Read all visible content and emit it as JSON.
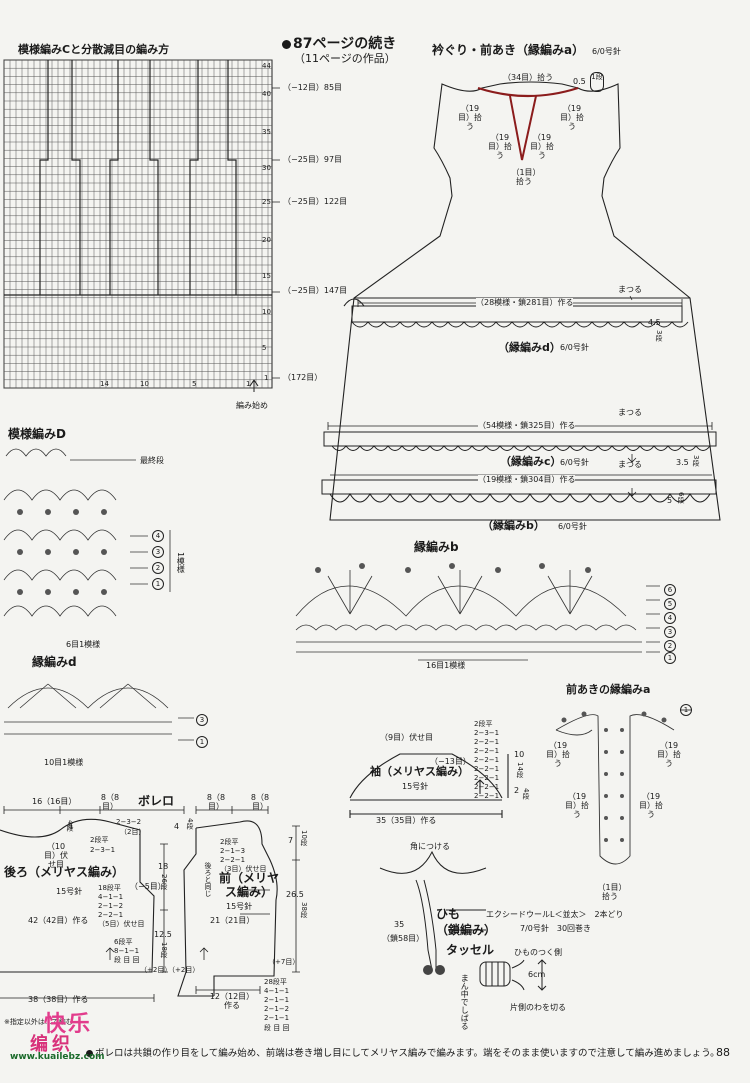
{
  "page_number": "88",
  "header": {
    "continued": "87ページの続き",
    "work_ref": "（11ページの作品）"
  },
  "chart_c": {
    "title": "模様編みCと分散減目の編み方",
    "row_numbers": [
      "44",
      "40",
      "35",
      "30",
      "25",
      "20",
      "15",
      "10",
      "5",
      "1"
    ],
    "col_numbers": [
      "14",
      "10",
      "5",
      "1"
    ],
    "counts": [
      "（−12目）85目",
      "（−25目）97目",
      "（−25目）122目",
      "（−25目）147目",
      "（172目）"
    ],
    "start": "編み始め"
  },
  "chart_d": {
    "title": "模様編みD",
    "last_row": "最終段",
    "rows": [
      "4",
      "3",
      "2",
      "1"
    ],
    "repeat_rows": "1模様",
    "repeat_st": "6目1模様"
  },
  "edge_d": {
    "title": "縁編みd",
    "rows": [
      "3",
      "1"
    ],
    "repeat": "10目1模様"
  },
  "dress": {
    "neck_title": "衿ぐり・前あき（縁編みa）",
    "neck_needle": "6/0号針",
    "pick_34": "（34目）拾う",
    "pick_19a": "（19目）拾う",
    "pick_19b": "（19目）拾う",
    "pick_19c": "（19目）拾う",
    "pick_19d": "（19目）拾う",
    "pick_1": "（1目）拾う",
    "neck_rows": "0.5",
    "neck_row_n": "1段",
    "top_band": "（28模様・鎖281目）作る",
    "mark1": "まつる",
    "band1_cm": "4.5",
    "band1_rows": "3段",
    "edge_d_label": "（縁編みd）",
    "edge_d_needle": "6/0号針",
    "mid_band": "（54模様・鎖325目）作る",
    "mark2": "まつる",
    "edge_c_label": "（縁編みc）",
    "edge_c_needle": "6/0号針",
    "mark3": "まつる",
    "band2_cm": "3.5",
    "band2_rows": "3段",
    "low_band": "（19模様・鎖304目）作る",
    "band3_cm": "5",
    "band3_rows": "6段",
    "edge_b_label": "（縁編みb）",
    "edge_b_needle": "6/0号針"
  },
  "edge_b": {
    "title": "縁編みb",
    "rows": [
      "6",
      "5",
      "4",
      "3",
      "2",
      "1"
    ],
    "repeat": "16目1模様"
  },
  "front_edge_a": {
    "title": "前あきの縁編みa",
    "pick_l": "（19目）拾う",
    "pick_r": "（19目）拾う",
    "pick_ml": "（19目）拾う",
    "pick_mr": "（19目）拾う",
    "pick_b": "（1目）拾う",
    "row": "1"
  },
  "sleeve": {
    "top": "（9目）伏せ目",
    "dec": "（−13目）",
    "label": "袖（メリヤス編み）",
    "needle": "15号針",
    "width": "35（35目）作る",
    "shape": [
      "2段平",
      "2−3−1",
      "2−2−1",
      "2−2−1",
      "2−2−1",
      "2−2−1",
      "2−2−1",
      "2−2−1",
      "2−2−1"
    ],
    "height_cm": "10",
    "height_rows": "14段",
    "edge_cm": "2",
    "edge_rows": "4段"
  },
  "bolero": {
    "title": "ボレロ",
    "back_top": "16（16目）",
    "back_sh_l": "8（8目）",
    "back_sh_r": "8（8目）",
    "front_sh_l": "8（8目）",
    "front_sh_r": "8（8目）",
    "back_neck": "（10目）伏せ目",
    "back_shape": [
      "2−3−2",
      "（2目）",
      "2段平",
      "2−3−1"
    ],
    "back_label": "後ろ（メリヤス編み）",
    "back_needle": "15号針",
    "back_width": "42（42目）作る",
    "back_cm": "4",
    "back_rows": "4段",
    "back_arm": [
      "18段平",
      "4−1−1",
      "2−1−2",
      "2−2−1",
      "（5目）伏せ目"
    ],
    "back_m5": "（−5目）",
    "back_h1": "18",
    "back_h1r": "26段",
    "back_h2": "12.5",
    "back_h2r": "18段",
    "back_side": [
      "6段平",
      "8−1−1",
      "段 目 回"
    ],
    "plus2a": "（+2目）",
    "plus2b": "（+2目）",
    "front_label": "前（メリヤス編み）",
    "front_needle": "15号針",
    "same_as_back": "後ろと同じ",
    "front_shape": [
      "2段平",
      "2−1−3",
      "2−2−1",
      "（3目）伏せ目"
    ],
    "front_width": "21（21目）",
    "front_neck_cm": "7",
    "front_neck_rows": "10段",
    "front_h": "26.5",
    "front_hr": "38段",
    "front_plus7": "（+7目）",
    "front_bottom": "12（12目）作る",
    "front_side": [
      "28段平",
      "4−1−1",
      "2−1−1",
      "2−1−2",
      "2−1−1",
      "段 目 回"
    ],
    "front_cm4": "4",
    "front_rows4": "4段"
  },
  "bottom_left": {
    "width": "38（38目）作る",
    "note": "※指定以外は…で編む"
  },
  "tie": {
    "corner": "角につける",
    "h": "35",
    "chain": "（鎖58目）",
    "label": "ひも",
    "label2": "（鎖編み）",
    "yarn": "エクシードウールL＜並太＞　2本どり",
    "needle": "7/0号針　30回巻き",
    "tassel": "タッセル",
    "attach": "ひものつく側",
    "tie_mid": "まん中でしばる",
    "size": "6cm",
    "cut": "片側のわを切る"
  },
  "footer": {
    "note": "ボレロは共鎖の作り目をして編み始め、前端は巻き増し目にしてメリヤス編みで編みます。端をそのまま使いますので注意して編み進めましょう。"
  },
  "watermark": {
    "brand": "快乐",
    "brand2": "编织",
    "url": "www.kuailebz.com"
  }
}
